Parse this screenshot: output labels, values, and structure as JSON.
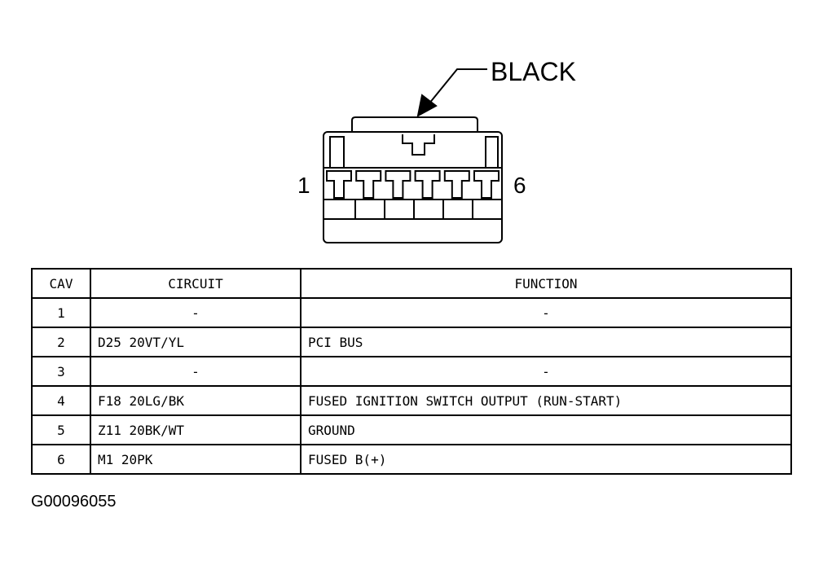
{
  "connector": {
    "color_label": "BLACK",
    "first_cavity": "1",
    "last_cavity": "6"
  },
  "table": {
    "headers": {
      "cav": "CAV",
      "circuit": "CIRCUIT",
      "function": "FUNCTION"
    },
    "rows": [
      {
        "cav": "1",
        "circuit": "-",
        "function": "-"
      },
      {
        "cav": "2",
        "circuit": "D25 20VT/YL",
        "function": "PCI BUS"
      },
      {
        "cav": "3",
        "circuit": "-",
        "function": "-"
      },
      {
        "cav": "4",
        "circuit": "F18 20LG/BK",
        "function": "FUSED IGNITION SWITCH OUTPUT (RUN-START)"
      },
      {
        "cav": "5",
        "circuit": "Z11 20BK/WT",
        "function": "GROUND"
      },
      {
        "cav": "6",
        "circuit": "M1 20PK",
        "function": "FUSED B(+)"
      }
    ]
  },
  "figure_id": "G00096055"
}
